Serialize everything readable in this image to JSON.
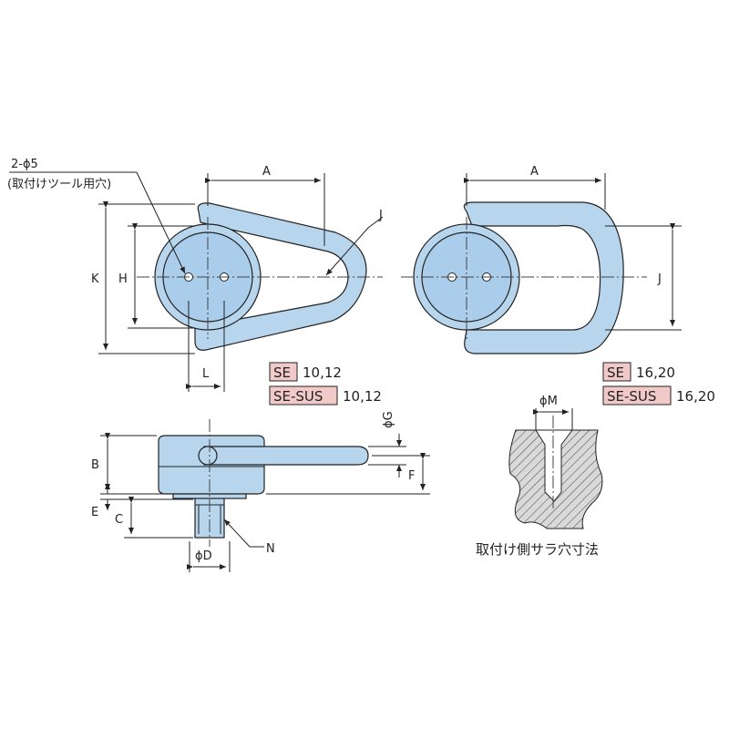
{
  "labels": {
    "top_left_note_1": "2-ϕ5",
    "top_left_note_2": "(取付けツール用穴)",
    "dim_A_left": "A",
    "dim_A_right": "A",
    "dim_K": "K",
    "dim_H": "H",
    "dim_J_left": "J",
    "dim_J_right": "J",
    "dim_L": "L",
    "dim_B": "B",
    "dim_E": "E",
    "dim_C": "C",
    "dim_D": "ϕD",
    "dim_N": "N",
    "dim_G": "ϕG",
    "dim_F": "F",
    "dim_M": "ϕM"
  },
  "tags": {
    "se_small": {
      "badge": "SE",
      "sizes": "10,12"
    },
    "se_sus_small": {
      "badge": "SE-SUS",
      "sizes": "10,12"
    },
    "se_large": {
      "badge": "SE",
      "sizes": "16,20"
    },
    "se_sus_large": {
      "badge": "SE-SUS",
      "sizes": "16,20"
    }
  },
  "caption": "取付け側サラ穴寸法",
  "colors": {
    "part_fill": "#b7d6ee",
    "badge_fill": "#f2c9c9",
    "hatch_fill": "#d4d4d4"
  }
}
